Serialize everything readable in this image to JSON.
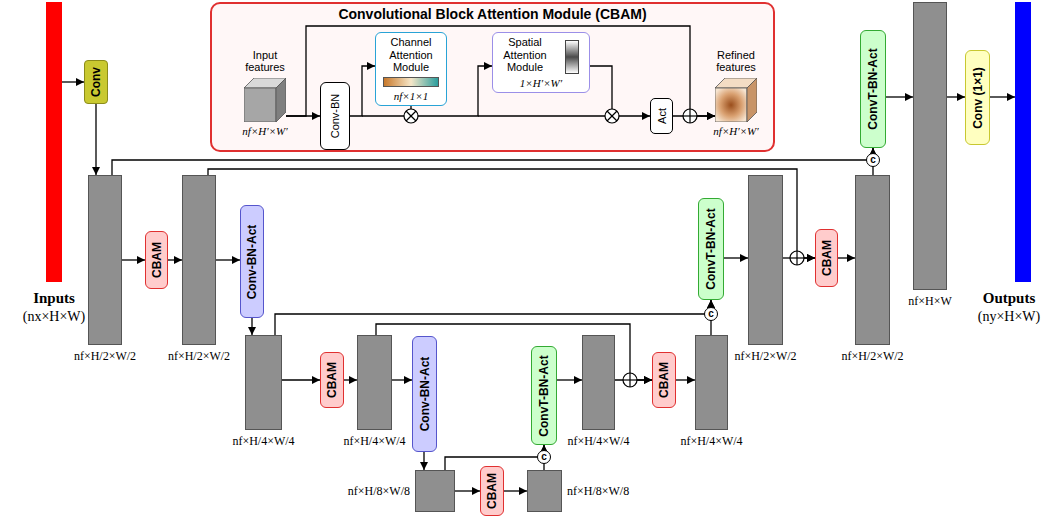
{
  "diagram": {
    "nodes": [
      {
        "text": [
          "Convolutional Block Attention Module (CBAM)"
        ]
      },
      {
        "text": [
          "Input features",
          "nf×H′×W′"
        ],
        "in": 0
      },
      {
        "text": [
          "Conv-BN"
        ],
        "in": 0
      },
      {
        "text": [
          "Channel Attention Module",
          "nf×1×1"
        ],
        "in": 0
      },
      {
        "text": [
          "Spatial Attention Module",
          "1×H′×W′"
        ],
        "in": 0
      },
      {
        "text": [
          "Act"
        ],
        "in": 0
      },
      {
        "text": [
          "Refined features",
          "nf×H′×W′"
        ],
        "in": 0
      },
      {
        "text": [
          "Inputs",
          "(nx×H×W)"
        ]
      },
      {
        "text": [
          "Conv"
        ]
      },
      {
        "text": [
          "nf×H/2×W/2"
        ]
      },
      {
        "text": [
          "CBAM"
        ]
      },
      {
        "text": [
          "nf×H/2×W/2"
        ]
      },
      {
        "text": [
          "Conv-BN-Act"
        ]
      },
      {
        "text": [
          "nf×H/4×W/4"
        ]
      },
      {
        "text": [
          "CBAM"
        ]
      },
      {
        "text": [
          "nf×H/4×W/4"
        ]
      },
      {
        "text": [
          "Conv-BN-Act"
        ]
      },
      {
        "text": [
          "nf×H/8×W/8"
        ]
      },
      {
        "text": [
          "CBAM"
        ]
      },
      {
        "text": [
          "nf×H/8×W/8"
        ]
      },
      {
        "text": [
          "ConvT-BN-Act"
        ]
      },
      {
        "text": [
          "nf×H/4×W/4"
        ]
      },
      {
        "text": [
          "CBAM"
        ]
      },
      {
        "text": [
          "nf×H/4×W/4"
        ]
      },
      {
        "text": [
          "ConvT-BN-Act"
        ]
      },
      {
        "text": [
          "nf×H/2×W/2"
        ]
      },
      {
        "text": [
          "CBAM"
        ]
      },
      {
        "text": [
          "nf×H/2×W/2"
        ]
      },
      {
        "text": [
          "ConvT-BN-Act"
        ]
      },
      {
        "text": [
          "nf×H×W"
        ]
      },
      {
        "text": [
          "Conv (1×1)"
        ]
      },
      {
        "text": [
          "Outputs",
          "(ny×H×W)"
        ]
      }
    ],
    "edges": [
      {
        "from": 1,
        "to": 2,
        "arrow": "to"
      },
      {
        "from": 2,
        "to": 3,
        "arrow": "to"
      },
      {
        "from": 3,
        "to": 4,
        "arrow": "to"
      },
      {
        "from": 4,
        "to": 5,
        "arrow": "to"
      },
      {
        "from": 5,
        "to": 6,
        "arrow": "to"
      },
      {
        "from": 1,
        "to": 6,
        "arrow": "to"
      },
      {
        "from": 7,
        "to": 8,
        "arrow": "to"
      },
      {
        "from": 8,
        "to": 9,
        "arrow": "to"
      },
      {
        "from": 9,
        "to": 10,
        "arrow": "to"
      },
      {
        "from": 10,
        "to": 11,
        "arrow": "to"
      },
      {
        "from": 11,
        "to": 12,
        "arrow": "to"
      },
      {
        "from": 12,
        "to": 13,
        "arrow": "to"
      },
      {
        "from": 13,
        "to": 14,
        "arrow": "to"
      },
      {
        "from": 14,
        "to": 15,
        "arrow": "to"
      },
      {
        "from": 15,
        "to": 16,
        "arrow": "to"
      },
      {
        "from": 16,
        "to": 17,
        "arrow": "to"
      },
      {
        "from": 17,
        "to": 18,
        "arrow": "to"
      },
      {
        "from": 18,
        "to": 19,
        "arrow": "to"
      },
      {
        "from": 19,
        "to": 20,
        "arrow": "to"
      },
      {
        "from": 17,
        "to": 20,
        "arrow": "to"
      },
      {
        "from": 20,
        "to": 21,
        "arrow": "to"
      },
      {
        "from": 21,
        "to": 22,
        "arrow": "to"
      },
      {
        "from": 15,
        "to": 22,
        "arrow": "to"
      },
      {
        "from": 22,
        "to": 23,
        "arrow": "to"
      },
      {
        "from": 23,
        "to": 24,
        "arrow": "to"
      },
      {
        "from": 13,
        "to": 24,
        "arrow": "to"
      },
      {
        "from": 24,
        "to": 25,
        "arrow": "to"
      },
      {
        "from": 25,
        "to": 26,
        "arrow": "to"
      },
      {
        "from": 11,
        "to": 26,
        "arrow": "to"
      },
      {
        "from": 26,
        "to": 27,
        "arrow": "to"
      },
      {
        "from": 27,
        "to": 28,
        "arrow": "to"
      },
      {
        "from": 9,
        "to": 28,
        "arrow": "to"
      },
      {
        "from": 28,
        "to": 29,
        "arrow": "to"
      },
      {
        "from": 29,
        "to": 30,
        "arrow": "to"
      },
      {
        "from": 30,
        "to": 31,
        "arrow": "to"
      }
    ],
    "labels": [
      "c",
      "c",
      "c"
    ]
  }
}
